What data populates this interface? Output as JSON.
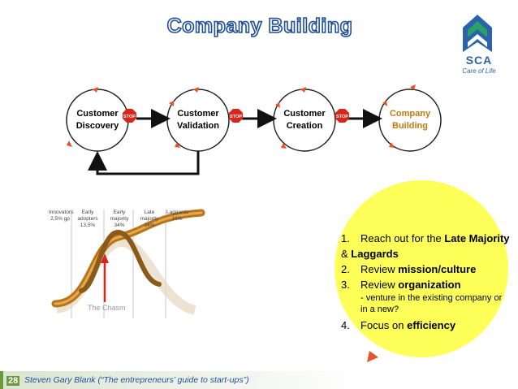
{
  "title": "Company Building",
  "logo": {
    "name": "SCA",
    "tagline": "Care of Life"
  },
  "steps": [
    {
      "line1": "Customer",
      "line2": "Discovery"
    },
    {
      "line1": "Customer",
      "line2": "Validation"
    },
    {
      "line1": "Customer",
      "line2": "Creation"
    },
    {
      "line1": "Company",
      "line2": "Building"
    }
  ],
  "stop_sign": "STOP",
  "adoption_curve": {
    "segments": [
      {
        "name": "Innovators",
        "pct": "2,5% gp"
      },
      {
        "name": "Early adopters",
        "pct": "13,5%"
      },
      {
        "name": "Early majority",
        "pct": "34%"
      },
      {
        "name": "Late majority",
        "pct": "34%"
      },
      {
        "name": "Laggards",
        "pct": "16%"
      }
    ],
    "chasm_label": "The Chasm"
  },
  "callout": {
    "items": [
      {
        "num": "1.",
        "before": "Reach out for the ",
        "bold1": "Late Majority",
        "mid": " & ",
        "bold2": "Laggards"
      },
      {
        "num": "2.",
        "before": "Review ",
        "bold1": "mission/culture"
      },
      {
        "num": "3.",
        "before": "Review ",
        "bold1": "organization",
        "note": "- venture in the existing company or in a new?"
      },
      {
        "num": "4.",
        "before": "Focus on ",
        "bold1": "efficiency"
      }
    ]
  },
  "footer": {
    "page": "28",
    "text": "Steven Gary Blank (“The entrepreneurs’ guide to start-ups”)"
  },
  "colors": {
    "title_outline": "#1f4e9a",
    "stop_red": "#d9261c",
    "arrow_orange": "#e8532a",
    "callout_yellow": "#ffff5a",
    "curve_bronze": "#b8741a"
  }
}
